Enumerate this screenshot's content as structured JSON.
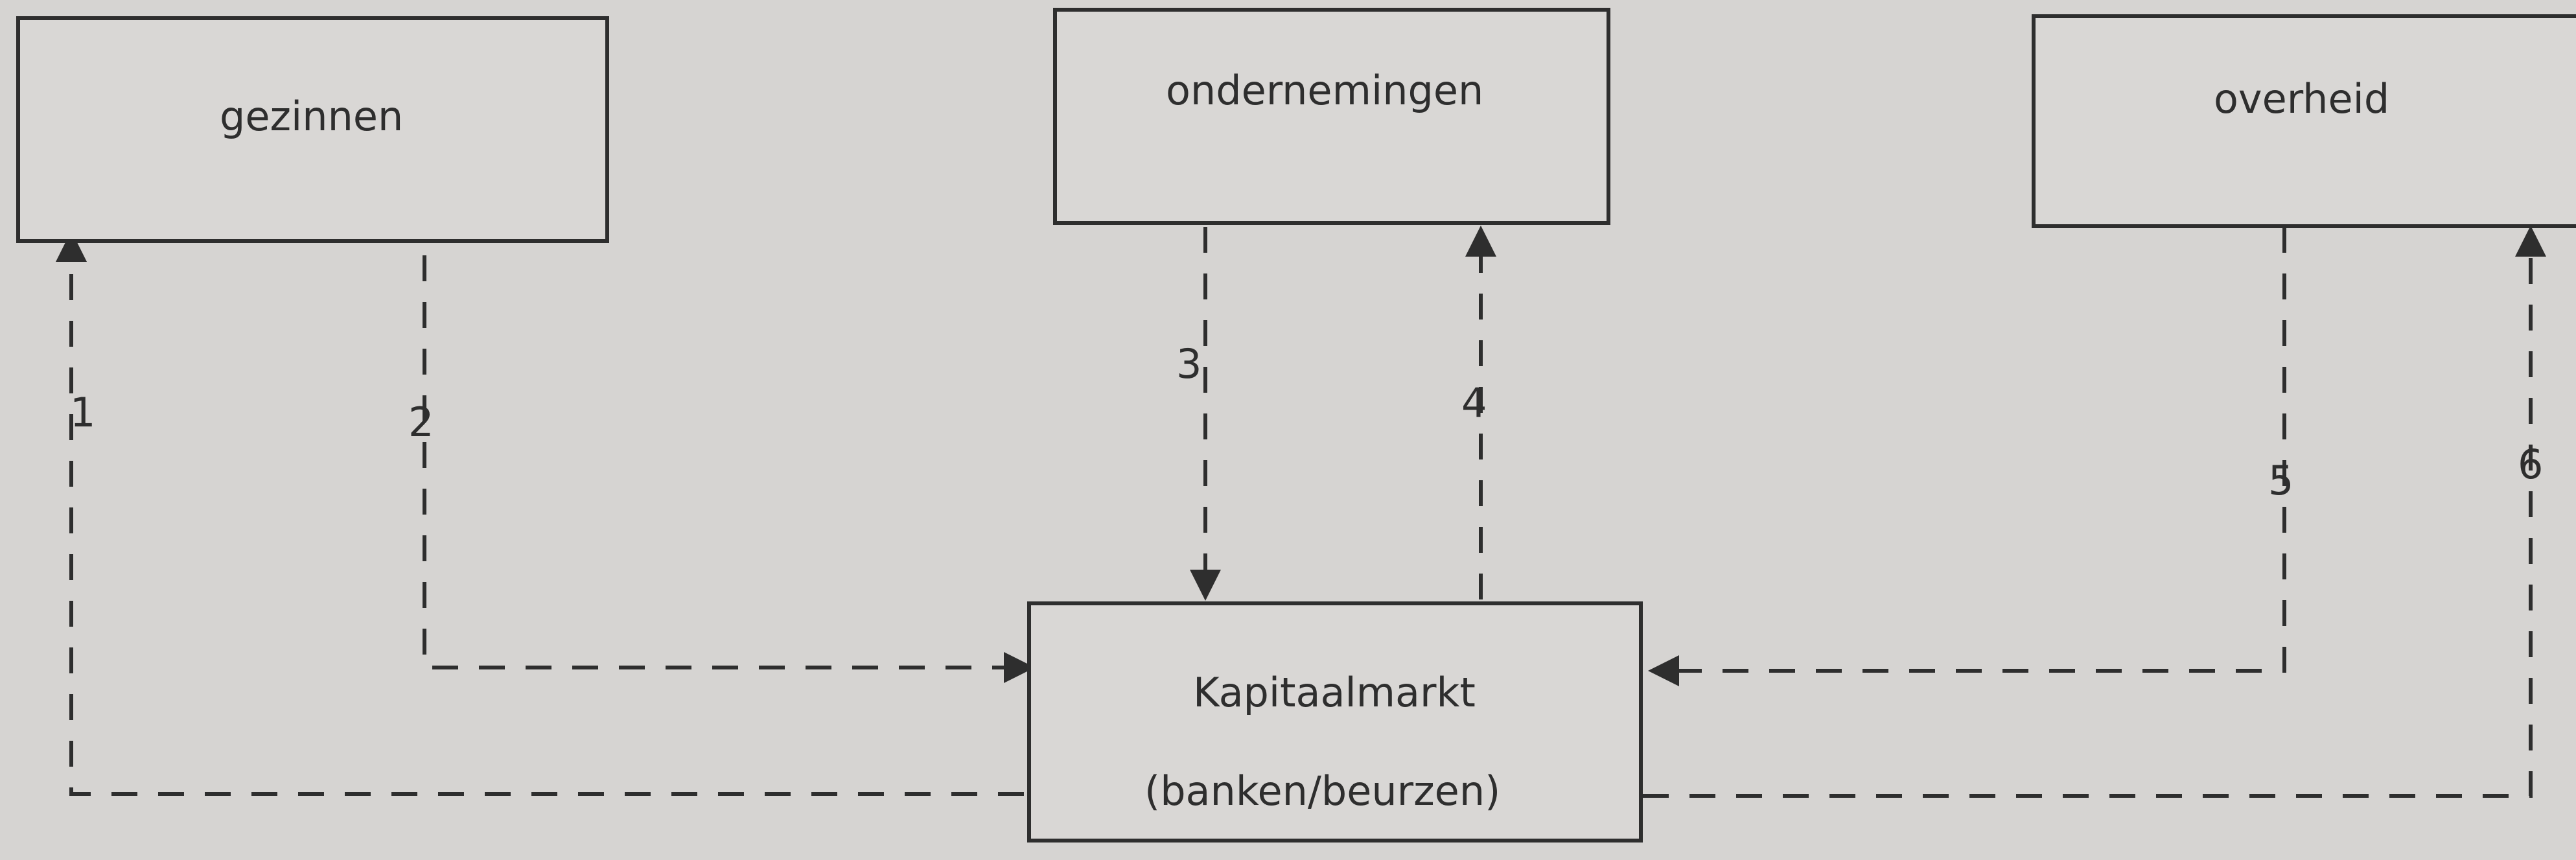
{
  "nodes": {
    "households": "gezinnen",
    "companies": "ondernemingen",
    "government": "overheid",
    "market_line1": "Kapitaalmarkt",
    "market_line2": "(banken/beurzen)"
  },
  "flows": [
    {
      "number": "1",
      "from": "Kapitaalmarkt",
      "to": "gezinnen"
    },
    {
      "number": "2",
      "from": "gezinnen",
      "to": "Kapitaalmarkt"
    },
    {
      "number": "3",
      "from": "ondernemingen",
      "to": "Kapitaalmarkt"
    },
    {
      "number": "4",
      "from": "Kapitaalmarkt",
      "to": "ondernemingen"
    },
    {
      "number": "5",
      "from": "overheid",
      "to": "Kapitaalmarkt"
    },
    {
      "number": "6",
      "from": "Kapitaalmarkt",
      "to": "overheid"
    }
  ],
  "colors": {
    "line": "#2e2e2e",
    "background": "#d6d4d2"
  }
}
